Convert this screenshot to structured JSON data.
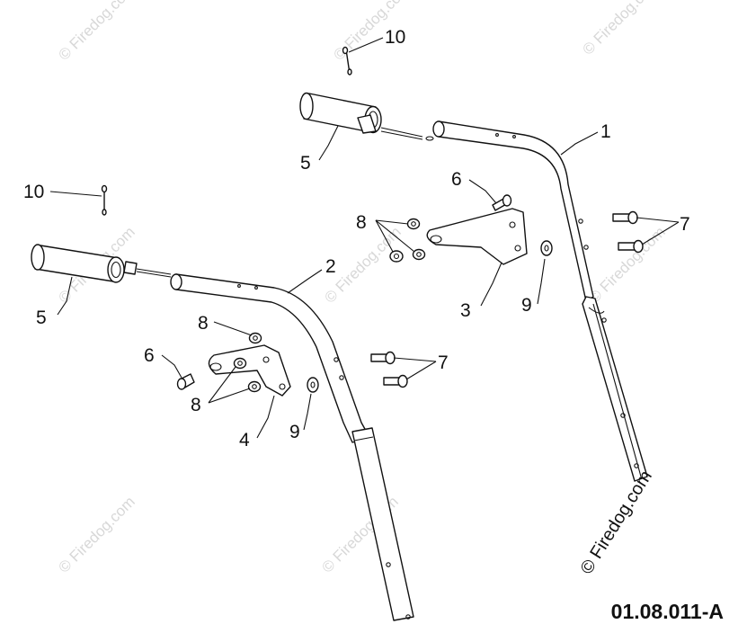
{
  "watermark": "© Firedog.com",
  "copyright": "© Firedog.com",
  "figure_code": "01.08.011-A",
  "callouts": {
    "c1": "1",
    "c2": "2",
    "c3": "3",
    "c4": "4",
    "c5a": "5",
    "c5b": "5",
    "c6a": "6",
    "c6b": "6",
    "c7a": "7",
    "c7b": "7",
    "c8a": "8",
    "c8b": "8",
    "c8c": "8",
    "c9a": "9",
    "c9b": "9",
    "c10a": "10",
    "c10b": "10"
  }
}
